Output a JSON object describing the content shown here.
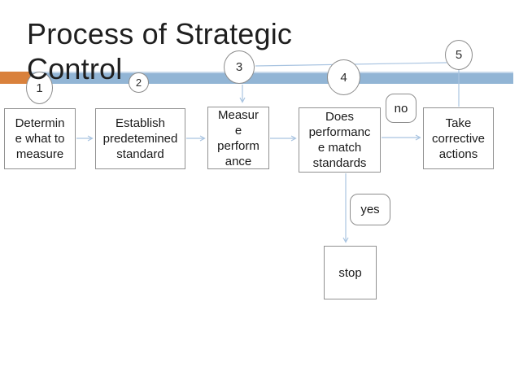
{
  "slide": {
    "title": "Process of Strategic\nControl"
  },
  "markers": [
    {
      "label": "1"
    },
    {
      "label": "2"
    },
    {
      "label": "3"
    },
    {
      "label": "4"
    },
    {
      "label": "5"
    }
  ],
  "flow": {
    "boxes": [
      {
        "name": "determine-what-to-measure",
        "lines": "Determin\ne what to\nmeasure"
      },
      {
        "name": "establish-predetermined-standard",
        "lines": "Establish\npredetemined\nstandard"
      },
      {
        "name": "measure-performance",
        "lines": "Measur\ne\nperform\nance"
      },
      {
        "name": "does-performance-match-standards",
        "lines": "Does\nperformanc\ne match\nstandards"
      },
      {
        "name": "take-corrective-actions",
        "lines": "Take\ncorrective\nactions"
      }
    ],
    "no_label": "no",
    "yes_label": "yes",
    "stop_label": "stop"
  },
  "colors": {
    "accent_bar_blue": "#92b5d5",
    "accent_bar_orange": "#d9813c",
    "connector_blue": "#a9c4e1",
    "box_border_gray": "#919191",
    "text": "#1a1a1a"
  }
}
